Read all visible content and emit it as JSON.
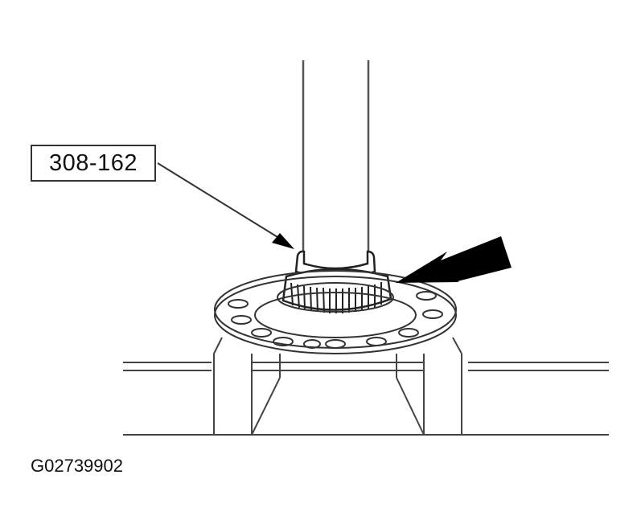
{
  "diagram": {
    "callout_label": "308-162",
    "figure_id": "G02739902",
    "components": {
      "tool_tube": "installer tube (308-162)",
      "bearing": "tapered roller bearing",
      "hub_flange": "wheel hub flange",
      "support_fixture": "press support fixture"
    },
    "arrows": {
      "leader_arrow": "points to tool 308-162",
      "emphasis_arrow": "points to bearing"
    },
    "colors": {
      "line": "#333333",
      "fill_arrow": "#000000",
      "background": "#ffffff"
    }
  }
}
